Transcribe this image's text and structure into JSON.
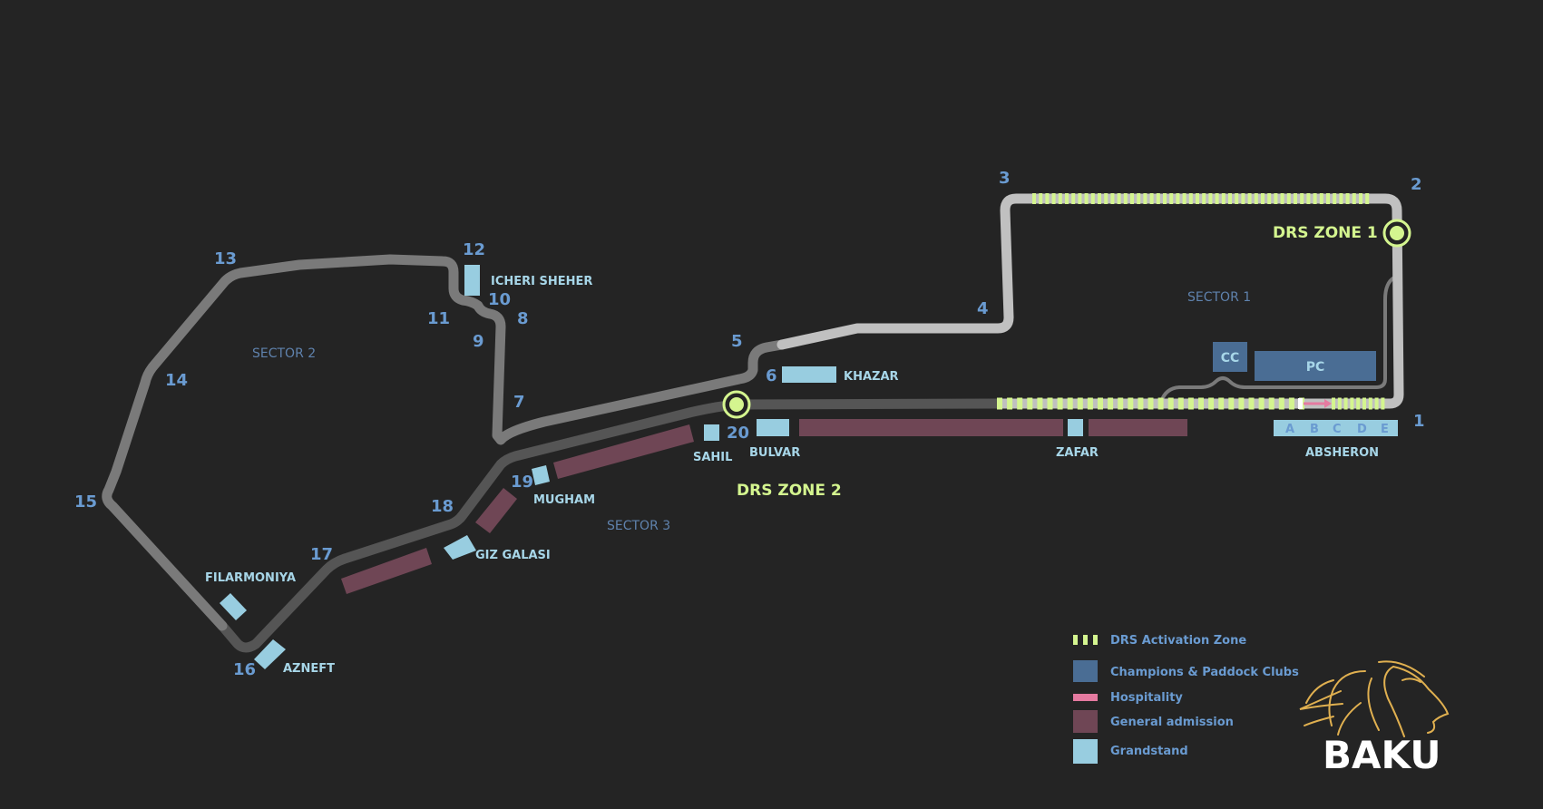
{
  "colors": {
    "background": "#242424",
    "sector1": "#c0c0c0",
    "sector2": "#7a7a7a",
    "sector3": "#555555",
    "drs": "#d4f58f",
    "champions_paddock": "#4a6d94",
    "hospitality": "#e57aa0",
    "general_admission": "#6f4655",
    "grandstand": "#98cde0",
    "turn_number": "#6a9bd1",
    "logo_gold": "#e0b050"
  },
  "turns": [
    "1",
    "2",
    "3",
    "4",
    "5",
    "6",
    "7",
    "8",
    "9",
    "10",
    "11",
    "12",
    "13",
    "14",
    "15",
    "16",
    "17",
    "18",
    "19",
    "20"
  ],
  "sectors": {
    "s1": "SECTOR 1",
    "s2": "SECTOR 2",
    "s3": "SECTOR 3"
  },
  "drs_zones": {
    "zone1": "DRS ZONE 1",
    "zone2": "DRS ZONE 2"
  },
  "grandstands": {
    "icheri_sheher": "ICHERI SHEHER",
    "khazar": "KHAZAR",
    "sahil": "SAHIL",
    "bulvar": "BULVAR",
    "zafar": "ZAFAR",
    "absheron": "ABSHERON",
    "mugham": "MUGHAM",
    "giz_galasi": "GIZ GALASI",
    "filarmoniya": "FILARMONIYA",
    "azneft": "AZNEFT"
  },
  "absheron_sections": [
    "A",
    "B",
    "C",
    "D",
    "E"
  ],
  "clubs": {
    "cc": "CC",
    "pc": "PC"
  },
  "legend": {
    "drs": "DRS Activation Zone",
    "clubs": "Champions & Paddock Clubs",
    "hospitality": "Hospitality",
    "general_admission": "General admission",
    "grandstand": "Grandstand"
  },
  "logo": {
    "text": "BAKU",
    "icon": "lion-head-icon"
  }
}
